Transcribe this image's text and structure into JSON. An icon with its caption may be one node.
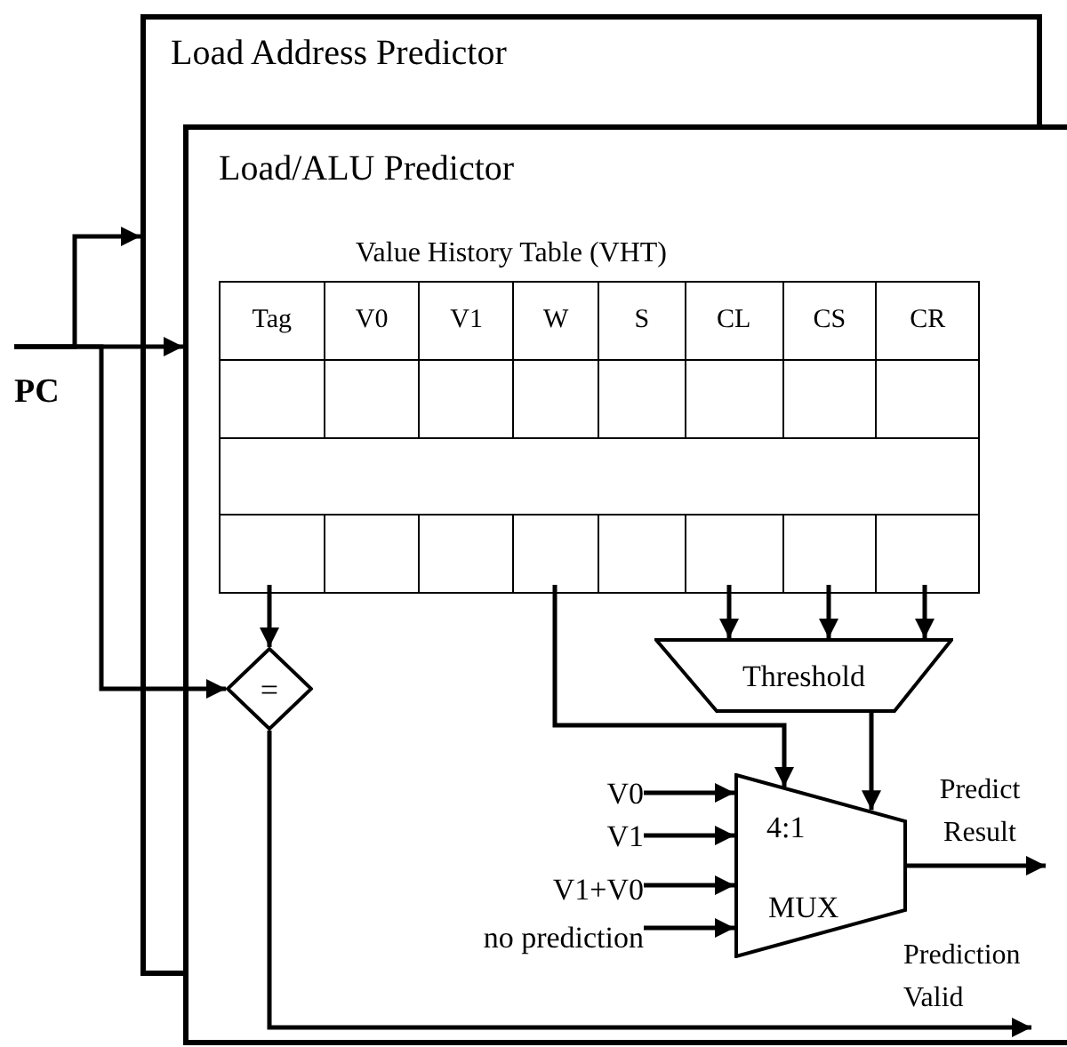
{
  "diagram": {
    "nodes": [
      {
        "text": [
          "Load Address Predictor"
        ]
      },
      {
        "text": [
          "Load/ALU Predictor"
        ],
        "in": 0
      },
      {
        "text": [
          "Value History Table (VHT)"
        ],
        "in": 1
      },
      {
        "text": [
          "PC"
        ]
      },
      {
        "text": [
          "="
        ],
        "in": 1
      },
      {
        "text": [
          "Threshold"
        ],
        "in": 1
      },
      {
        "text": [
          "4:1",
          "MUX"
        ],
        "in": 1
      },
      {
        "text": [
          "V0"
        ],
        "in": 1
      },
      {
        "text": [
          "V1"
        ],
        "in": 1
      },
      {
        "text": [
          "V1+V0"
        ],
        "in": 1
      },
      {
        "text": [
          "no prediction"
        ],
        "in": 1
      }
    ],
    "edges": [
      {
        "from": 3,
        "to": 1,
        "arrow": "to"
      },
      {
        "from": 3,
        "to": 0,
        "arrow": "to"
      },
      {
        "from": 3,
        "to": 4,
        "arrow": "to"
      },
      {
        "from": 2,
        "to": 4,
        "arrow": "to"
      },
      {
        "from": 2,
        "to": 6,
        "arrow": "to"
      },
      {
        "from": 2,
        "to": 5,
        "arrow": "to"
      },
      {
        "from": 2,
        "to": 5,
        "arrow": "to"
      },
      {
        "from": 2,
        "to": 5,
        "arrow": "to"
      },
      {
        "from": 5,
        "to": 6,
        "arrow": "to"
      },
      {
        "from": 7,
        "to": 6,
        "arrow": "to"
      },
      {
        "from": 8,
        "to": 6,
        "arrow": "to"
      },
      {
        "from": 9,
        "to": 6,
        "arrow": "to"
      },
      {
        "from": 10,
        "to": 6,
        "arrow": "to"
      },
      {
        "from": 6,
        "to": null,
        "arrow": "to",
        "label": "Predict Result"
      },
      {
        "from": 4,
        "to": null,
        "arrow": "to",
        "label": "Prediction Valid"
      }
    ],
    "labels": [
      "Tag",
      "V0",
      "V1",
      "W",
      "S",
      "CL",
      "CS",
      "CR"
    ]
  }
}
